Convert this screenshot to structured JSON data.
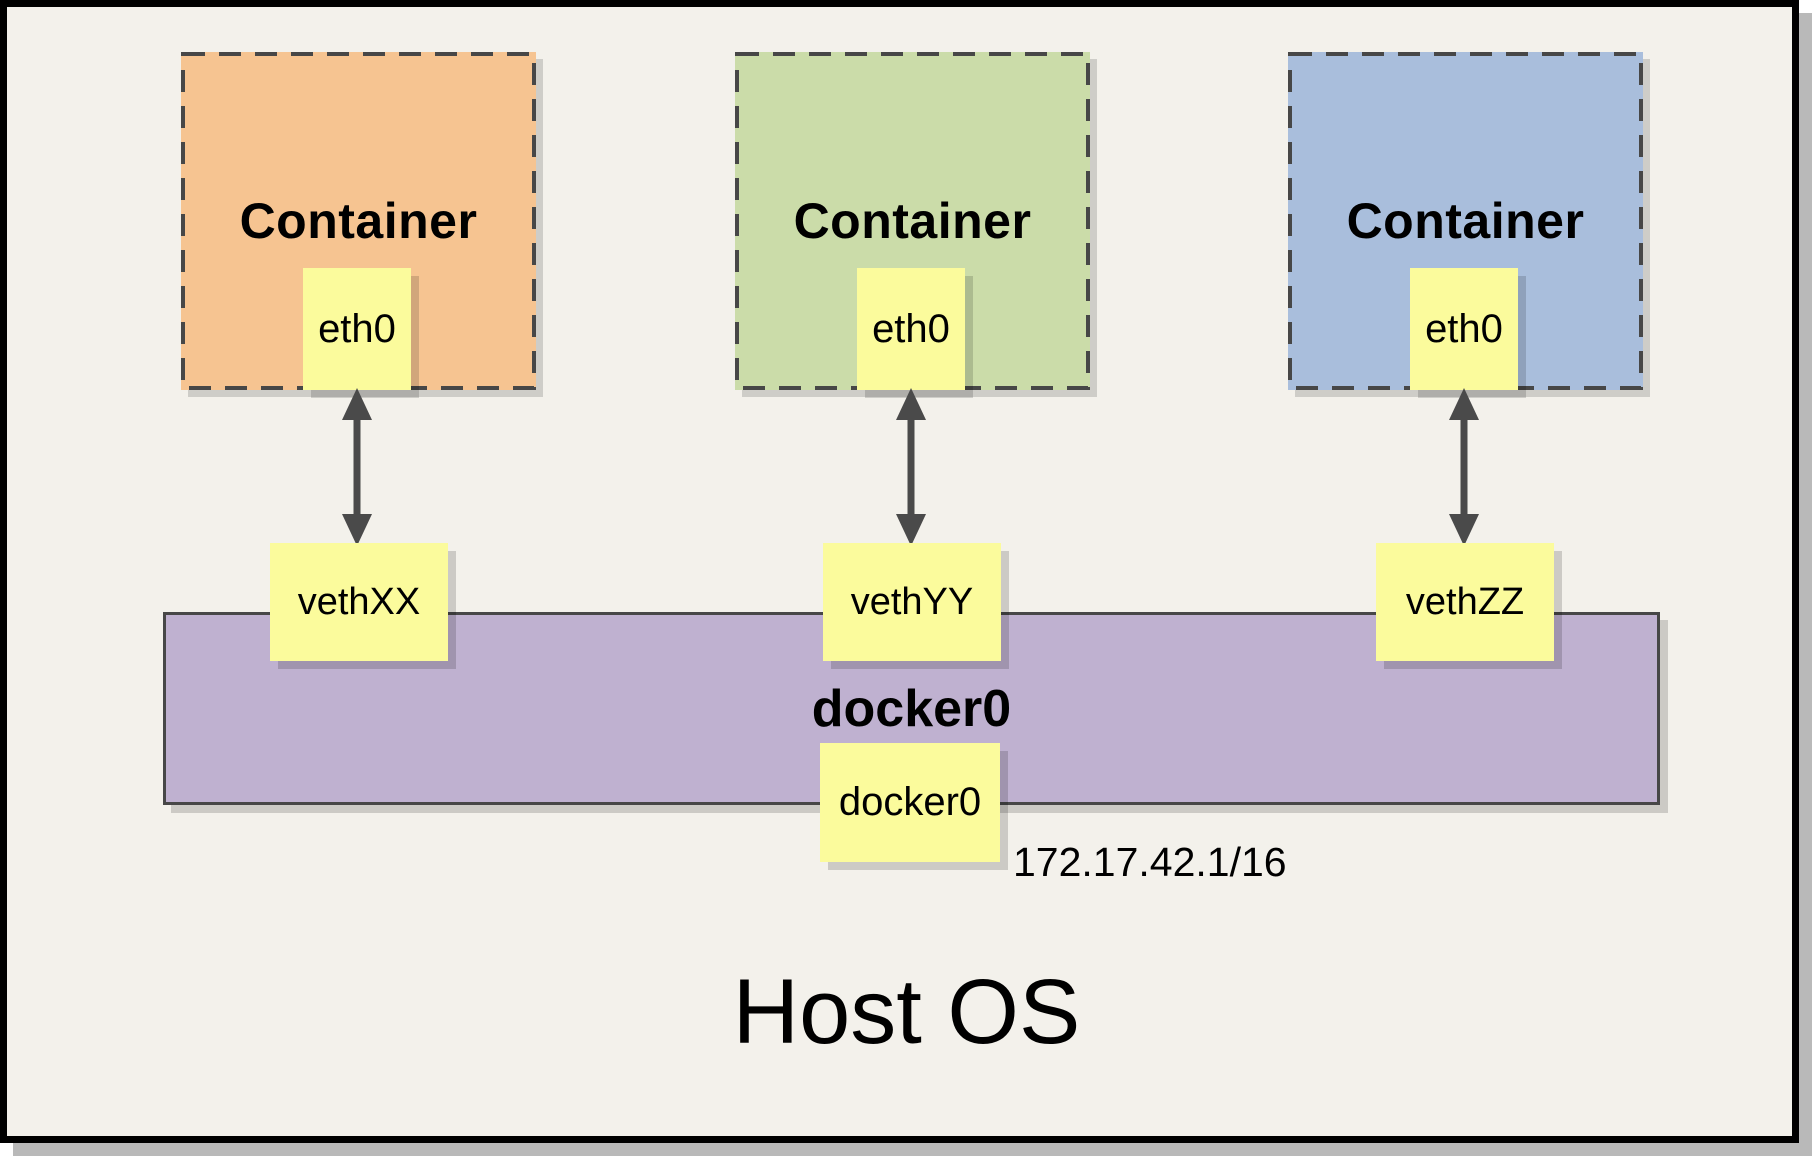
{
  "diagram": {
    "host_title": "Host OS",
    "subnet_label": "172.17.42.1/16",
    "bridge": {
      "label": "docker0",
      "interface_label": "docker0"
    },
    "containers": [
      {
        "title": "Container",
        "interface_label": "eth0",
        "veth_label": "vethXX",
        "fill_color": "#F6C491"
      },
      {
        "title": "Container",
        "interface_label": "eth0",
        "veth_label": "vethYY",
        "fill_color": "#CBDCA9"
      },
      {
        "title": "Container",
        "interface_label": "eth0",
        "veth_label": "vethZZ",
        "fill_color": "#A9BEDC"
      }
    ],
    "colors": {
      "background": "#F3F1EB",
      "frame_border": "#000000",
      "interface_box_fill": "#FBFB9C",
      "bridge_bar_fill": "#BFB1D0",
      "stroke": "#474747"
    }
  }
}
